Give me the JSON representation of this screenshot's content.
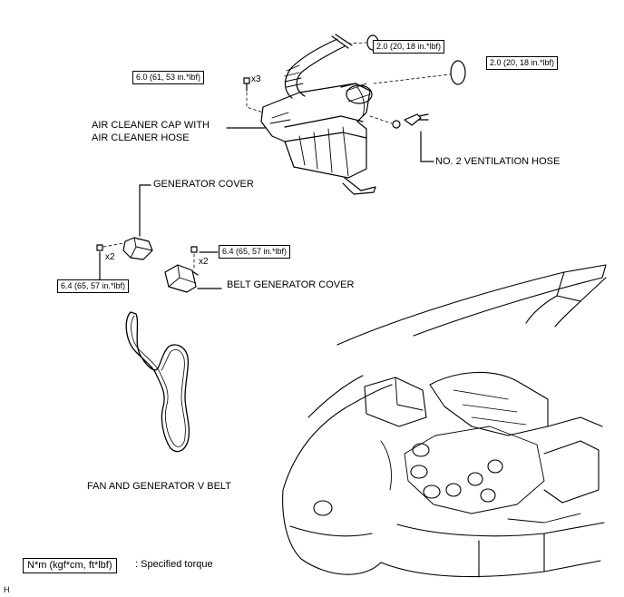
{
  "labels": {
    "air_cleaner_line1": "AIR CLEANER CAP WITH",
    "air_cleaner_line2": "AIR CLEANER HOSE",
    "ventilation_hose": "NO. 2 VENTILATION HOSE",
    "generator_cover": "GENERATOR COVER",
    "belt_generator_cover": "BELT GENERATOR COVER",
    "v_belt": "FAN AND GENERATOR V BELT"
  },
  "torques": {
    "clamp_1": "2.0 (20, 18 in.*lbf)",
    "clamp_2": "2.0 (20, 18 in.*lbf)",
    "air_cleaner_bolt": "6.0 (61, 53 in.*lbf)",
    "gen_cover_bolt": "6.4 (65, 57 in.*lbf)",
    "belt_cover_bolt": "6.4 (65, 57 in.*lbf)"
  },
  "quantities": {
    "air_cleaner_bolts": "x3",
    "gen_cover_bolts": "x2",
    "belt_cover_bolts": "x2"
  },
  "legend": {
    "unit_box": "N*m (kgf*cm, ft*lbf)",
    "description": ": Specified torque"
  },
  "footer_code": "H"
}
